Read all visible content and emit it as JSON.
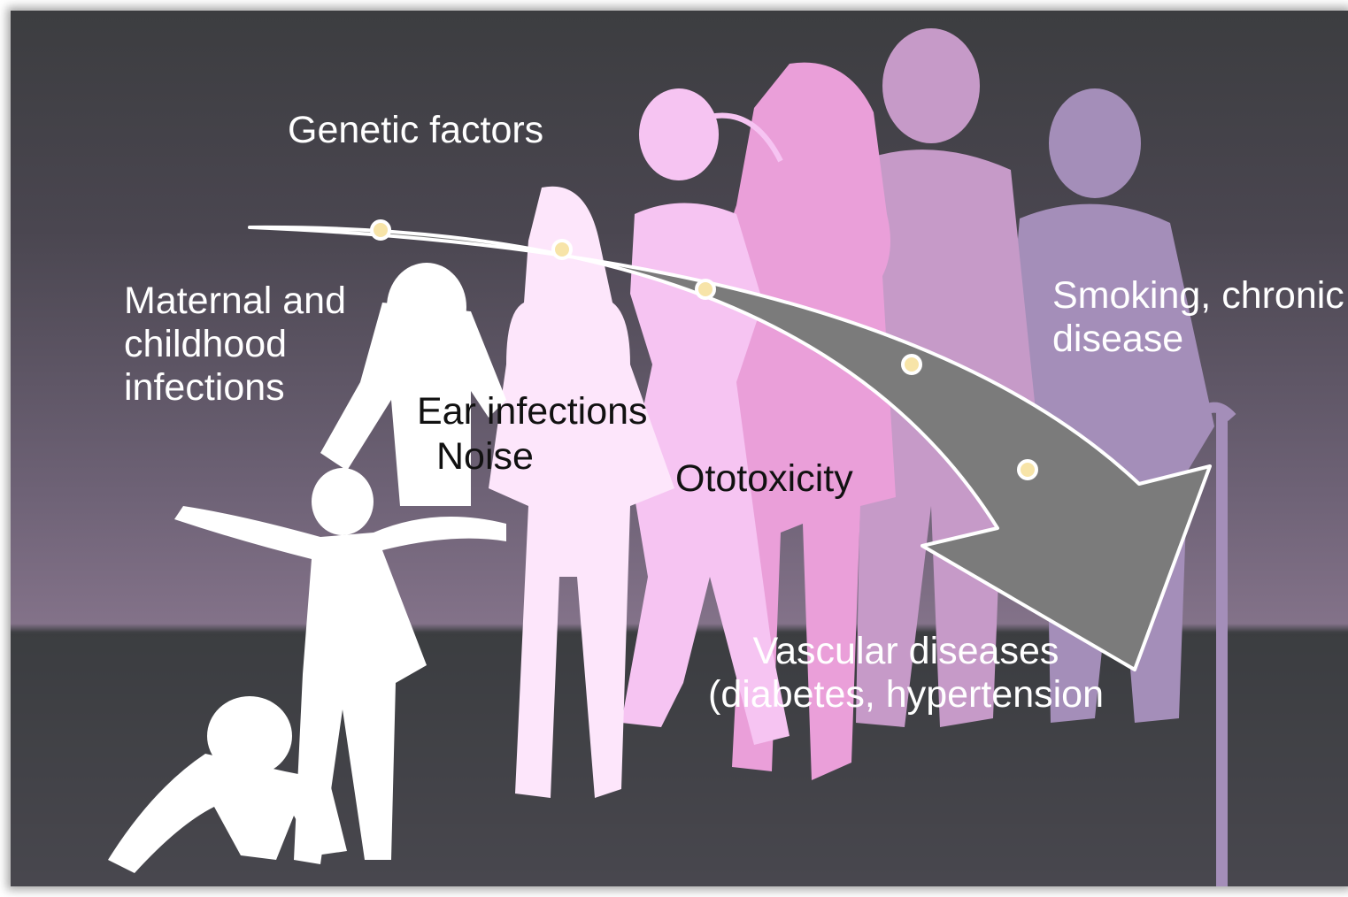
{
  "labels": {
    "genetic": "Genetic factors",
    "maternal": "Maternal and\nchildhood\ninfections",
    "ear": "Ear infections",
    "noise": "Noise",
    "ototoxicity": "Ototoxicity",
    "smoking": "Smoking, chronic\ndisease",
    "vascular": "Vascular diseases\n(diabetes, hypertension"
  },
  "colors": {
    "arrow": "#7b7b7b",
    "dot": "#f7e4a8",
    "figure_1": "#ffffff",
    "figure_2": "#fde6fb",
    "figure_3": "#f6c4f2",
    "figure_4": "#ea9fd9",
    "figure_5": "#c69ac8",
    "figure_6": "#a48eb9"
  }
}
